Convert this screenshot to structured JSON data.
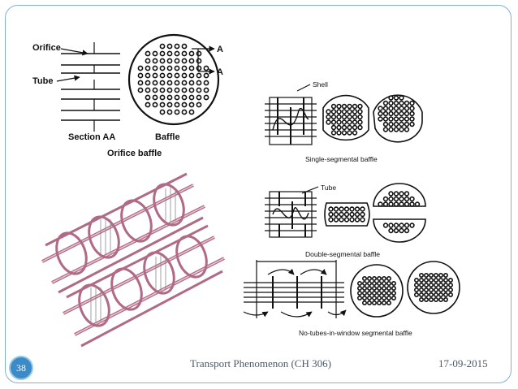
{
  "orifice_figure": {
    "label_orifice": "Orifice",
    "label_tube": "Tube",
    "label_section": "Section AA",
    "label_baffle": "Baffle",
    "label_a_top": "A",
    "label_a_bottom": "A",
    "caption": "Orifice baffle"
  },
  "segmental_figure": {
    "label_shell": "Shell",
    "label_tube": "Tube",
    "caption_single": "Single-segmental baffle",
    "caption_double": "Double-segmental baffle",
    "caption_no_tubes": "No-tubes-in-window segmental baffle"
  },
  "footer": {
    "page_number": "38",
    "course": "Transport Phenomenon (CH 306)",
    "date": "17-09-2015"
  },
  "colors": {
    "frame": "#7fb2d6",
    "badge": "#3a8bc8",
    "rod_bundle": "#b06a86",
    "footer_text": "#4a5a68"
  }
}
